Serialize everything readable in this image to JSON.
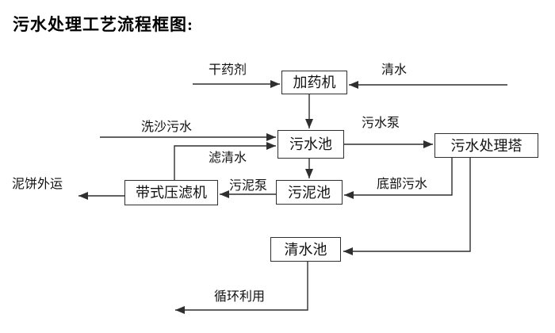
{
  "title": "污水处理工艺流程框图:",
  "nodes": {
    "dosing_machine": "加药机",
    "sewage_pool": "污水池",
    "treatment_tower": "污水处理塔",
    "sludge_pool": "污泥池",
    "belt_filter_press": "带式压滤机",
    "clean_water_pool": "清水池"
  },
  "edges": [
    {
      "label": "干药剂",
      "from": null,
      "to": "dosing_machine"
    },
    {
      "label": "清水",
      "from": null,
      "to": "dosing_machine"
    },
    {
      "label": "",
      "from": "dosing_machine",
      "to": "sewage_pool"
    },
    {
      "label": "洗沙污水",
      "from": null,
      "to": "sewage_pool"
    },
    {
      "label": "滤清水",
      "from": "belt_filter_press",
      "to": "sewage_pool"
    },
    {
      "label": "污水泵",
      "from": "sewage_pool",
      "to": "treatment_tower"
    },
    {
      "label": "",
      "from": "sewage_pool",
      "to": "sludge_pool"
    },
    {
      "label": "底部污水",
      "from": "treatment_tower",
      "to": "sludge_pool"
    },
    {
      "label": "污泥泵",
      "from": "sludge_pool",
      "to": "belt_filter_press"
    },
    {
      "label": "泥饼外运",
      "from": "belt_filter_press",
      "to": null
    },
    {
      "label": "",
      "from": "treatment_tower",
      "to": "clean_water_pool"
    },
    {
      "label": "循环利用",
      "from": "clean_water_pool",
      "to": null
    }
  ],
  "colors": {
    "background": "#ffffff",
    "line": "#2f2f2f",
    "text": "#111111",
    "box_border": "#2f2f2f",
    "box_fill": "#ffffff"
  }
}
